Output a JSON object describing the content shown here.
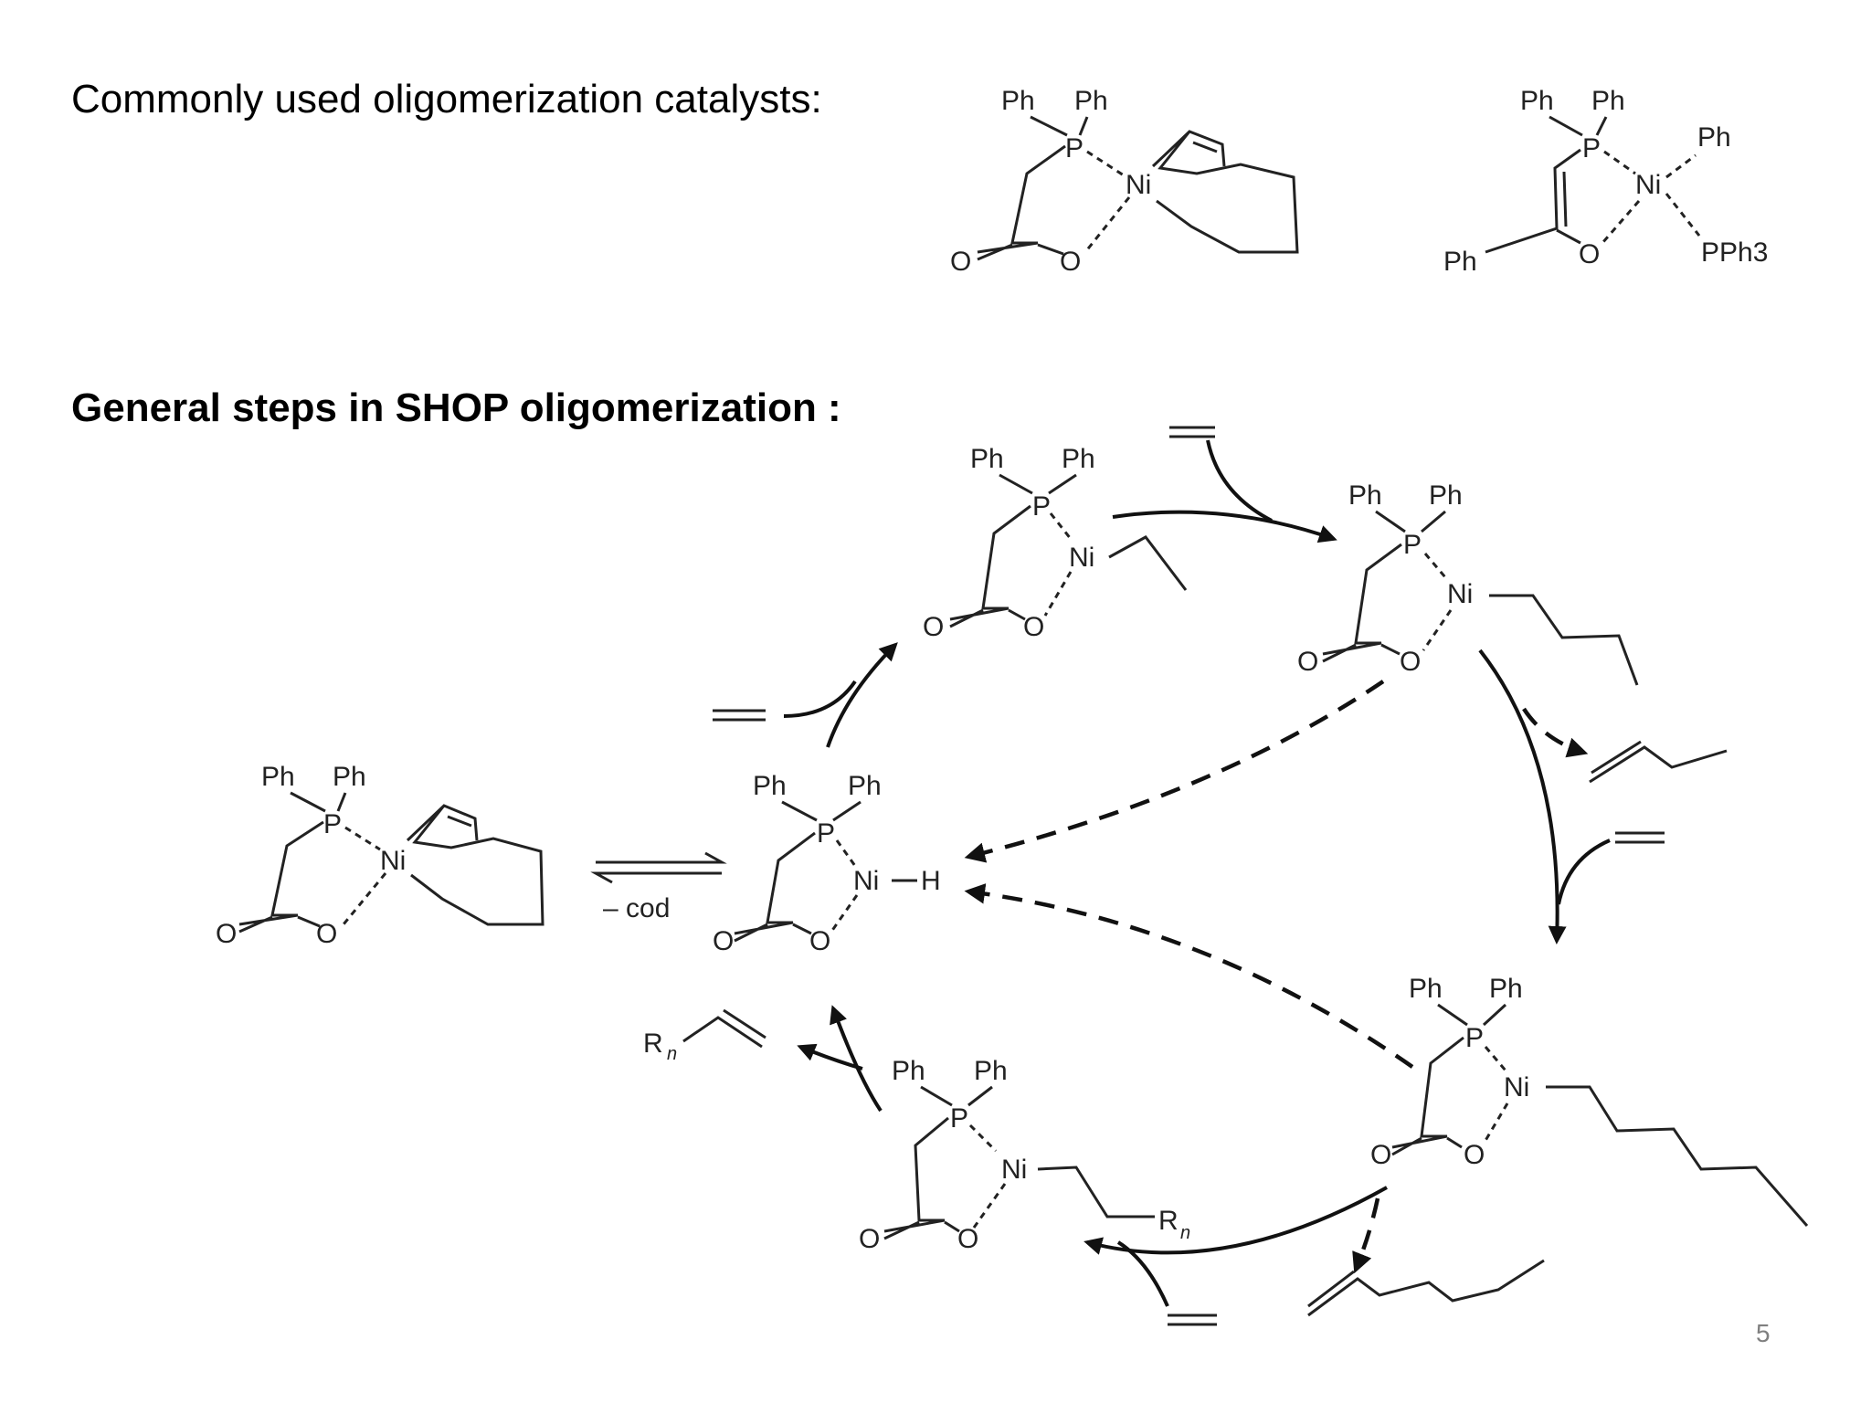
{
  "slide": {
    "heading1": "Commonly used oligomerization catalysts:",
    "heading2": "General steps in SHOP oligomerization :",
    "page_number": "5"
  },
  "labels": {
    "ph": "Ph",
    "p": "P",
    "ni": "Ni",
    "o": "O",
    "h": "H",
    "pph3": "PPh3",
    "minus_cod": "– cod",
    "r": "R",
    "n": "n"
  }
}
